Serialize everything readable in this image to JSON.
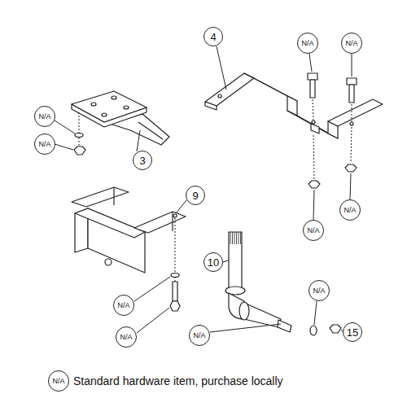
{
  "diagram": {
    "labels": [
      "4",
      "N/A",
      "N/A",
      "N/A",
      "N/A",
      "3",
      "9",
      "N/A",
      "N/A",
      "10",
      "N/A",
      "N/A",
      "15",
      "N/A",
      "N/A",
      "N/A",
      "Standard hardware item, purchase locally"
    ]
  }
}
